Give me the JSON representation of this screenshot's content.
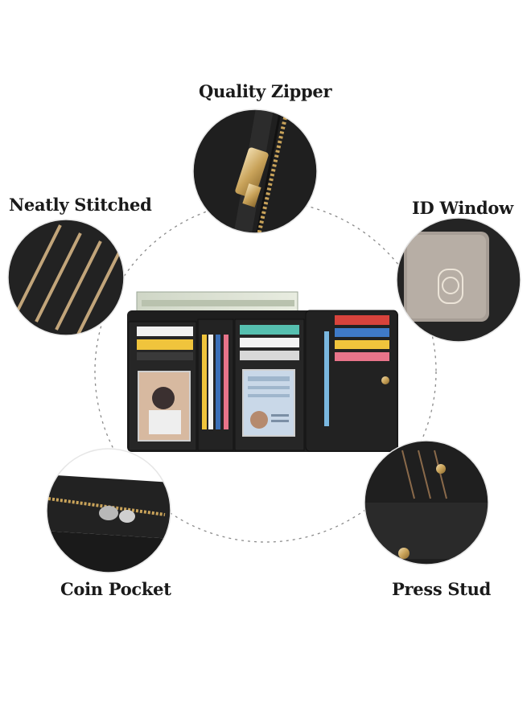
{
  "features": {
    "zipper": "Quality Zipper",
    "stitched": "Neatly Stitched",
    "id_window": "ID Window",
    "coin_pocket": "Coin Pocket",
    "press_stud": "Press Stud"
  },
  "colors": {
    "leather": "#1e1e1e",
    "gold": "#c9a35a",
    "dashed_ring": "#8a8a8a"
  }
}
